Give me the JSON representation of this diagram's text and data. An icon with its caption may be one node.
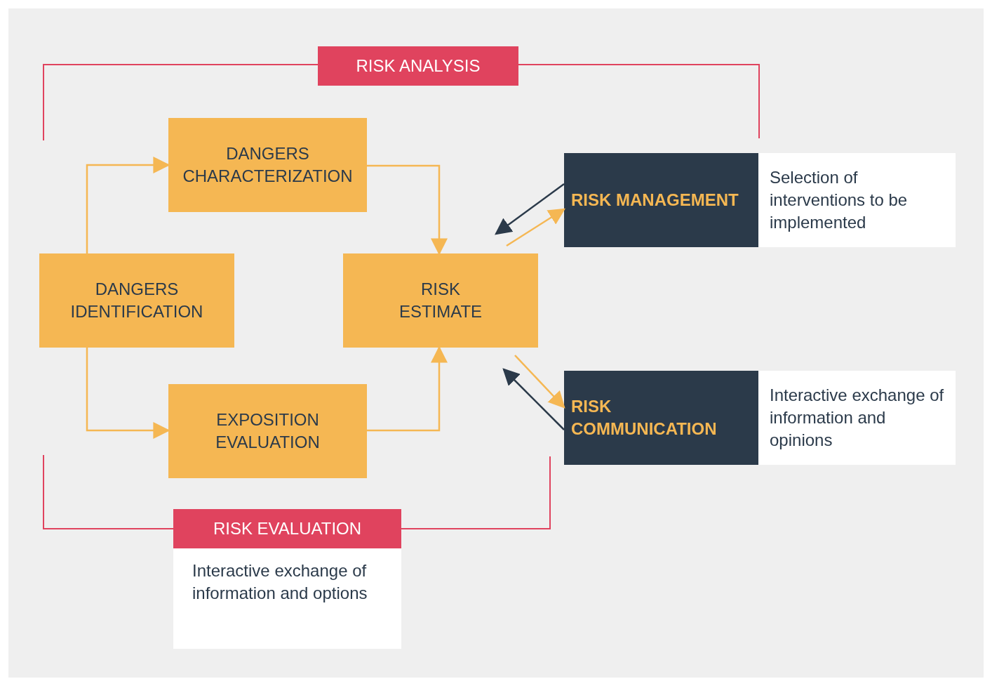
{
  "diagram": {
    "nodes": [
      {
        "text": [
          "RISK ANALYSIS"
        ]
      },
      {
        "text": [
          "DANGERS CHARACTERIZATION"
        ]
      },
      {
        "text": [
          "RISK MANAGEMENT"
        ]
      },
      {
        "text": [
          "Selection of interventions to be implemented"
        ]
      },
      {
        "text": [
          "DANGERS IDENTIFICATION"
        ]
      },
      {
        "text": [
          "RISK ESTIMATE"
        ]
      },
      {
        "text": [
          "EXPOSITION EVALUATION"
        ]
      },
      {
        "text": [
          "RISK COMMUNICATION"
        ]
      },
      {
        "text": [
          "Interactive exchange of information and opinions"
        ]
      },
      {
        "text": [
          "RISK EVALUATION"
        ]
      },
      {
        "text": [
          "Interactive exchange of information and options"
        ]
      }
    ],
    "edges": [
      {
        "from": 4,
        "to": 1,
        "arrow": "to"
      },
      {
        "from": 1,
        "to": 5,
        "arrow": "to"
      },
      {
        "from": 4,
        "to": 6,
        "arrow": "to"
      },
      {
        "from": 6,
        "to": 5,
        "arrow": "to"
      },
      {
        "from": 2,
        "to": 5,
        "arrow": "to",
        "color": "#2b3a4a"
      },
      {
        "from": 5,
        "to": 2,
        "arrow": "to"
      },
      {
        "from": 5,
        "to": 7,
        "arrow": "to"
      },
      {
        "from": 7,
        "to": 5,
        "arrow": "to",
        "color": "#2b3a4a"
      }
    ]
  }
}
